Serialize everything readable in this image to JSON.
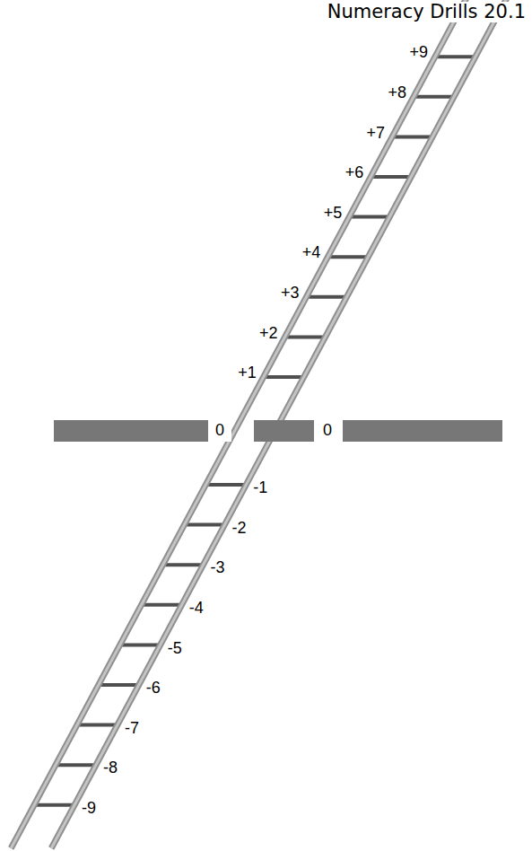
{
  "diagram": {
    "title": "Numeracy Drills 20.1",
    "labels": [
      "+9",
      "+8",
      "+7",
      "+6",
      "+5",
      "+4",
      "+3",
      "+2",
      "+1",
      "0",
      "0",
      "-1",
      "-2",
      "-3",
      "-4",
      "-5",
      "-6",
      "-7",
      "-8",
      "-9"
    ]
  }
}
